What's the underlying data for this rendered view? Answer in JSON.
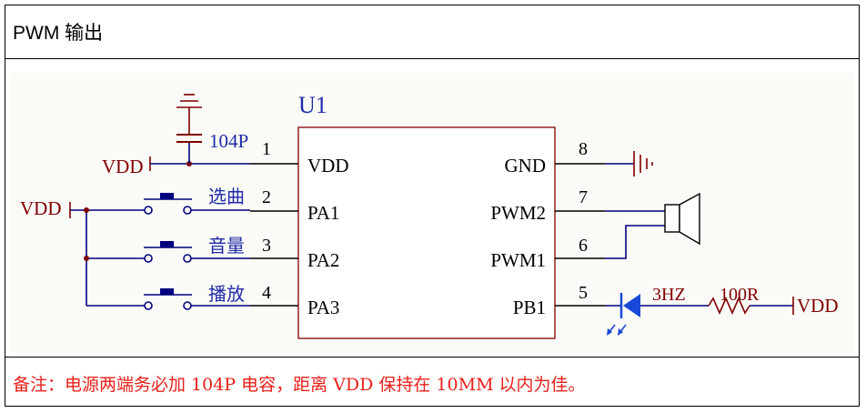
{
  "title": "PWM 输出",
  "chip": {
    "designator": "U1",
    "left_pins": [
      {
        "num": "1",
        "name": "VDD"
      },
      {
        "num": "2",
        "name": "PA1"
      },
      {
        "num": "3",
        "name": "PA2"
      },
      {
        "num": "4",
        "name": "PA3"
      }
    ],
    "right_pins": [
      {
        "num": "8",
        "name": "GND"
      },
      {
        "num": "7",
        "name": "PWM2"
      },
      {
        "num": "6",
        "name": "PWM1"
      },
      {
        "num": "5",
        "name": "PB1"
      }
    ]
  },
  "labels": {
    "vdd_pin1": "VDD",
    "vdd_buttons": "VDD",
    "vdd_right": "VDD",
    "capacitor": "104P",
    "button_select": "选曲",
    "button_volume": "音量",
    "button_play": "播放",
    "led_freq": "3HZ",
    "resistor": "100R"
  },
  "note": "备注：电源两端务必加 104P 电容，距离 VDD 保持在 10MM 以内为佳。",
  "colors": {
    "wire": "#00007f",
    "power": "#800000",
    "pin_text": "#000000",
    "label_text": "#1f2aa8",
    "note": "#e8201a",
    "led": "#1848d8"
  }
}
